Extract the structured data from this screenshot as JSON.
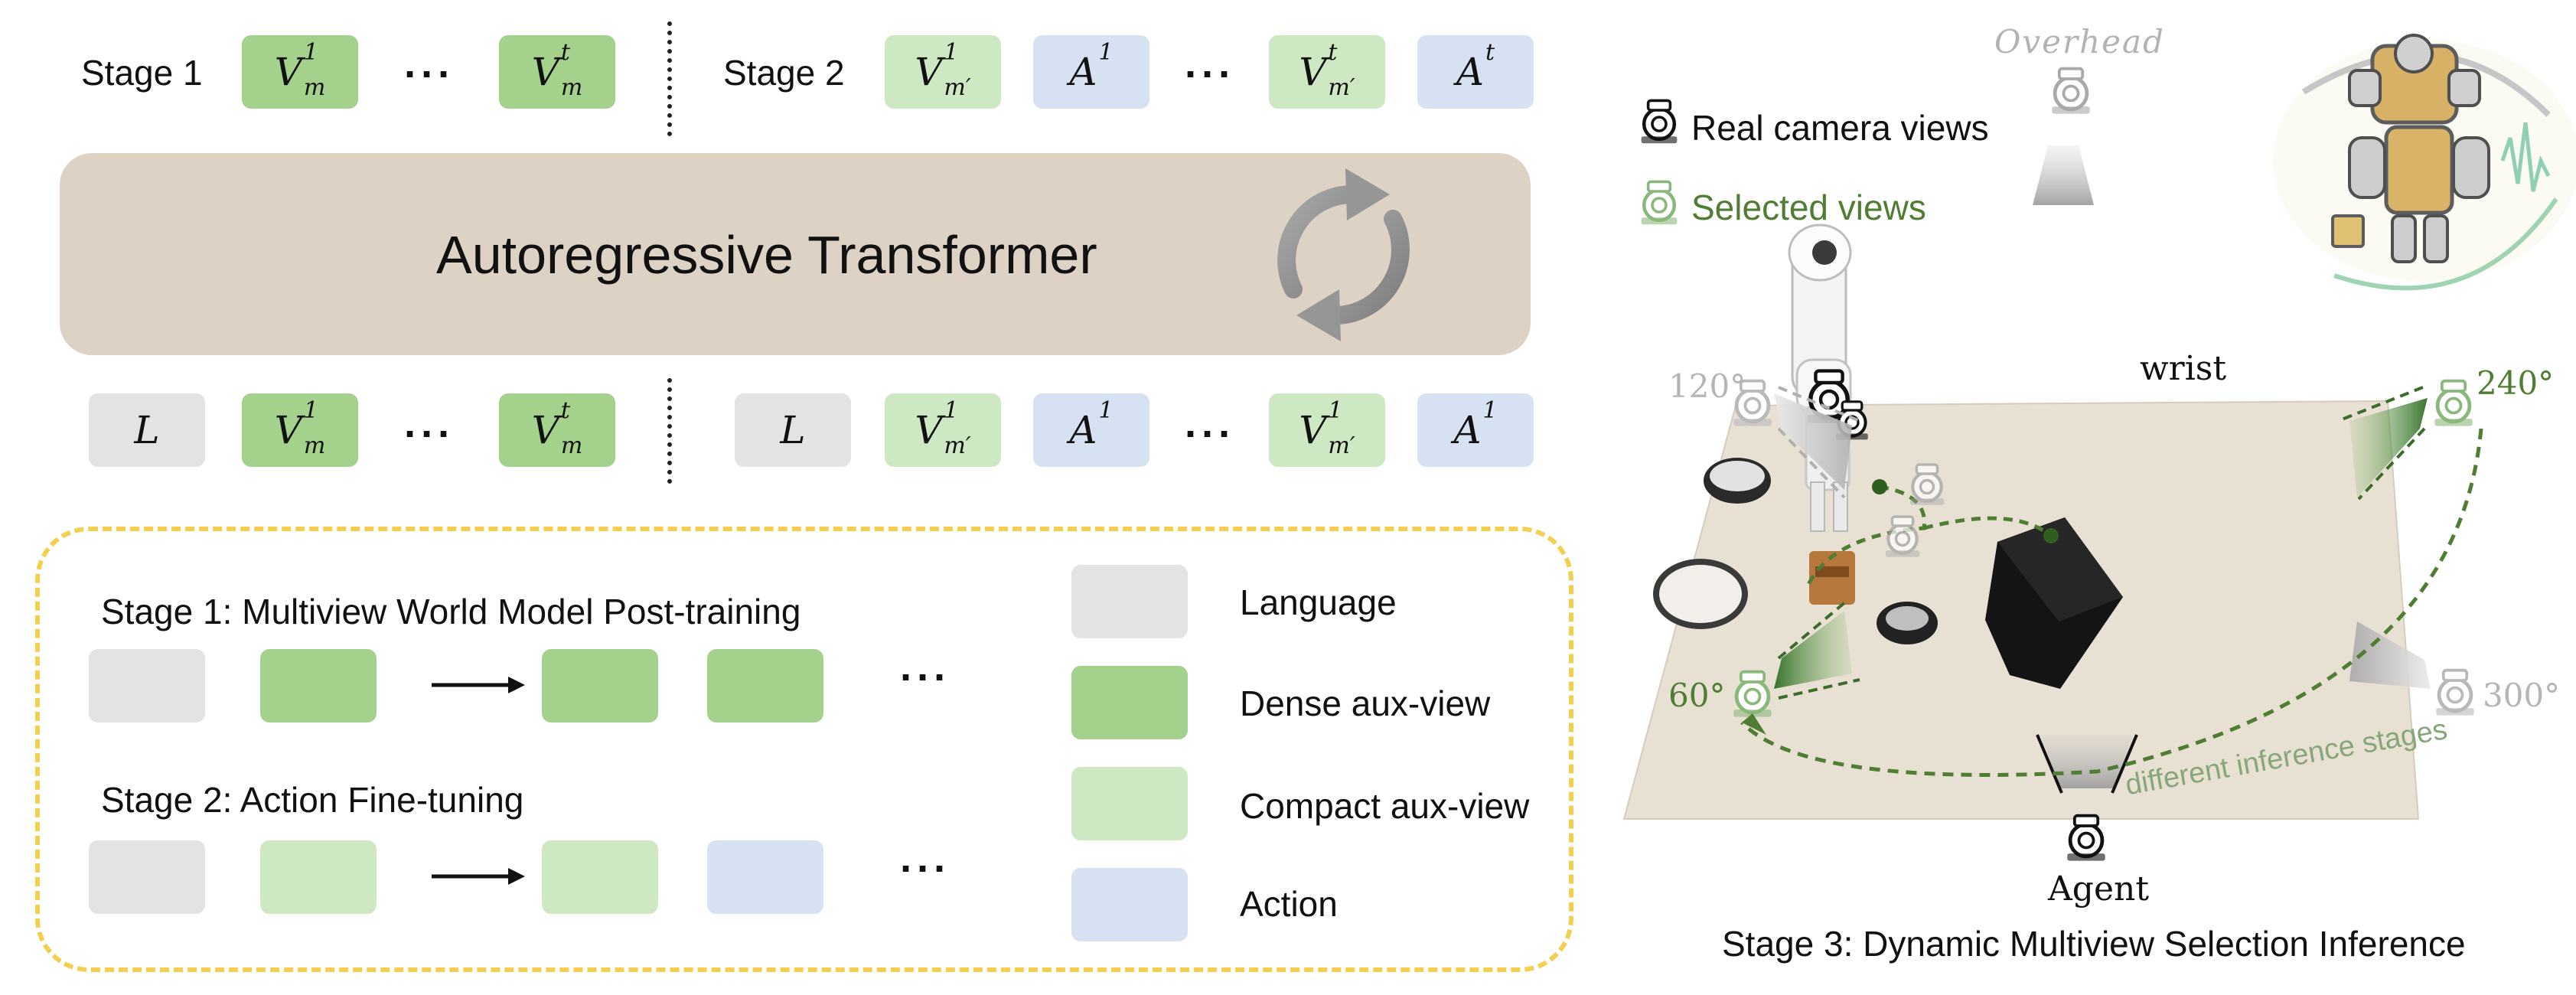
{
  "left": {
    "stage1_label": "Stage 1",
    "stage2_label": "Stage 2",
    "transformer_label": "Autoregressive Transformer",
    "dots": "···",
    "top_tokens_stage1": [
      {
        "base": "V",
        "sup": "1",
        "sub": "m",
        "kind": "dense"
      },
      {
        "base": "V",
        "sup": "t",
        "sub": "m",
        "kind": "dense"
      }
    ],
    "top_tokens_stage2": [
      {
        "base": "V",
        "sup": "1",
        "sub": "m′",
        "kind": "compact"
      },
      {
        "base": "A",
        "sup": "1",
        "sub": "",
        "kind": "action"
      },
      {
        "base": "V",
        "sup": "t",
        "sub": "m′",
        "kind": "compact"
      },
      {
        "base": "A",
        "sup": "t",
        "sub": "",
        "kind": "action"
      }
    ],
    "bottom_tokens_stage1": [
      {
        "base": "L",
        "sup": "",
        "sub": "",
        "kind": "language"
      },
      {
        "base": "V",
        "sup": "1",
        "sub": "m",
        "kind": "dense"
      },
      {
        "base": "V",
        "sup": "t",
        "sub": "m",
        "kind": "dense"
      }
    ],
    "bottom_tokens_stage2": [
      {
        "base": "L",
        "sup": "",
        "sub": "",
        "kind": "language"
      },
      {
        "base": "V",
        "sup": "1",
        "sub": "m′",
        "kind": "compact"
      },
      {
        "base": "A",
        "sup": "1",
        "sub": "",
        "kind": "action"
      },
      {
        "base": "V",
        "sup": "1",
        "sub": "m′",
        "kind": "compact"
      },
      {
        "base": "A",
        "sup": "1",
        "sub": "",
        "kind": "action"
      }
    ]
  },
  "legend": {
    "stage1_title": "Stage 1: Multiview World Model Post-training",
    "stage2_title": "Stage 2: Action Fine-tuning",
    "items": [
      {
        "label": "Language",
        "color": "#e3e3e3"
      },
      {
        "label": "Dense aux-view",
        "color": "#a4d18c"
      },
      {
        "label": "Compact aux-view",
        "color": "#cfe8c4"
      },
      {
        "label": "Action",
        "color": "#d6e1f2"
      }
    ],
    "colors": {
      "language": "#e3e3e3",
      "dense": "#a4d18c",
      "compact": "#cfe8c4",
      "action": "#d6e1f2",
      "border": "#f3cf4f",
      "transformer": "#ddd2c3"
    }
  },
  "right": {
    "overhead": "Overhead",
    "real_views": "Real camera views",
    "selected_views": "Selected views",
    "wrist": "wrist",
    "a120": "120°",
    "a240": "240°",
    "a60": "60°",
    "a300": "300°",
    "agent": "Agent",
    "inference_stages": "different inference stages",
    "caption": "Stage 3: Dynamic Multiview Selection Inference",
    "colors": {
      "selected": "#4f7d33",
      "gray": "#b5b5b5",
      "table": "#e9e0d4"
    }
  }
}
